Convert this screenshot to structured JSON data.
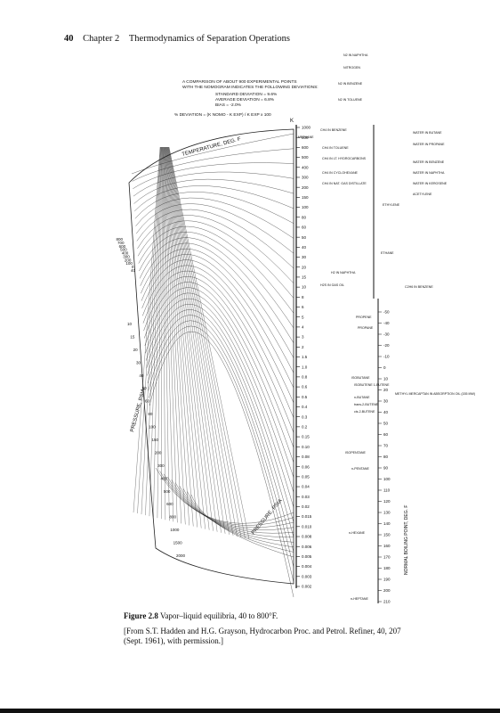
{
  "header": {
    "page_number": "40",
    "chapter": "Chapter 2",
    "title": "Thermodynamics of Separation Operations"
  },
  "nomogram": {
    "stats_lines": [
      "A COMPARISON OF ABOUT 900 EXPERIMENTAL POINTS",
      "WITH THE NOMOGRAM INDICATES THE FOLLOWING DEVIATIONS:",
      "STANDARD DEVIATION = 9.6%",
      "AVERAGE DEVIATION = 6.8%",
      "BIAS          = -2.0%"
    ],
    "deviation_formula": "% DEVIATION = (K NOMO - K EXP) / K EXP x 100",
    "temperature_label": "TEMPERATURE, DEG. F",
    "pressure_label": "PRESSURE, PSIA",
    "k_label": "K",
    "boiling_point_label": "NORMAL BOILING POINT, DEG. F",
    "k_scale": [
      "1000",
      "800",
      "600",
      "500",
      "400",
      "300",
      "200",
      "150",
      "100",
      "80",
      "60",
      "50",
      "40",
      "30",
      "20",
      "15",
      "10",
      "8",
      "6",
      "5",
      "4",
      "3",
      "2",
      "1.5",
      "1.0",
      "0.8",
      "0.6",
      "0.5",
      "0.4",
      "0.3",
      "0.2",
      "0.15",
      "0.10",
      "0.08",
      "0.06",
      "0.05",
      "0.04",
      "0.03",
      "0.02",
      "0.015",
      "0.010",
      "0.008",
      "0.006",
      "0.005",
      "0.004",
      "0.003",
      "0.002"
    ],
    "temp_scale": [
      "800",
      "700",
      "600",
      "500",
      "400",
      "300",
      "200",
      "100",
      "0",
      "40"
    ],
    "pressure_scale": [
      "10",
      "15",
      "20",
      "30",
      "40",
      "50",
      "60",
      "80",
      "100",
      "150",
      "200",
      "300",
      "400",
      "500",
      "600",
      "800",
      "1000",
      "1500",
      "2000"
    ],
    "bp_scale": [
      "-50",
      "-40",
      "-30",
      "-20",
      "-10",
      "0",
      "10",
      "20",
      "30",
      "40",
      "50",
      "60",
      "70",
      "80",
      "90",
      "100",
      "110",
      "120",
      "130",
      "140",
      "150",
      "160",
      "170",
      "180",
      "190",
      "200",
      "210"
    ],
    "components": [
      "N2 IN NAPHTHA",
      "NITROGEN",
      "N2 IN BENZENE",
      "N2 IN TOLUENE",
      "CH4 IN BENZENE",
      "METHANE",
      "CH4 IN TOLUENE",
      "CH4 IN LT. HYDROCARBONS",
      "CH4 IN CYCLOHEXANE",
      "CH4 IN NAT. GAS DISTILLATE",
      "WATER IN BUTANE",
      "WATER IN PROPANE",
      "WATER IN BENZENE",
      "WATER IN NAPHTHA",
      "WATER IN KEROSENE",
      "ACETYLENE",
      "ETHYLENE",
      "ETHANE",
      "H2 IN NAPHTHA",
      "H2S IN GAS OIL",
      "C2H6 IN BENZENE",
      "PROPENE",
      "PROPANE",
      "ISOBUTANE",
      "ISOBUTENE 1-BUTENE",
      "n-BUTANE",
      "trans-2-BUTENE",
      "cis-2-BUTENE",
      "METHYL MERCAPTAN IN ABSORPTION OIL (155 MW)",
      "ISOPENTANE",
      "n-PENTANE",
      "n-HEXANE",
      "n-HEPTANE"
    ]
  },
  "caption": {
    "figure_label": "Figure 2.8",
    "title_text": "Vapor–liquid equilibria, 40 to 800°F.",
    "source": "[From S.T. Hadden and H.G. Grayson, Hydrocarbon Proc. and Petrol. Refiner, 40, 207 (Sept. 1961), with permission.]"
  }
}
